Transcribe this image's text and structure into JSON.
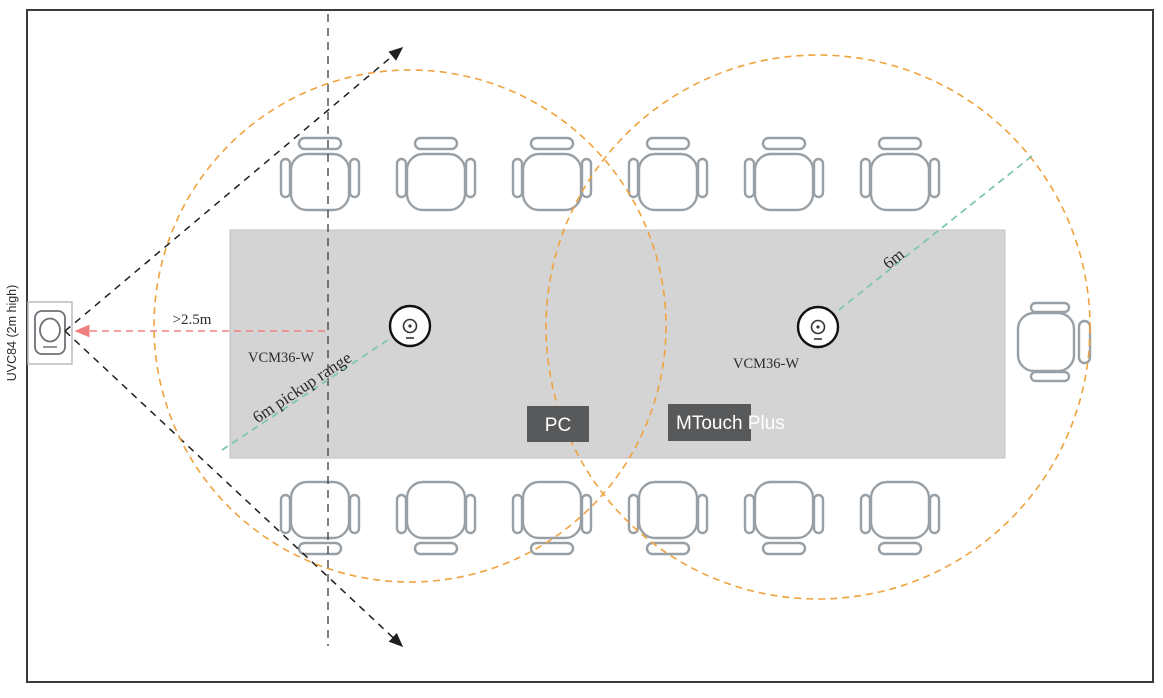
{
  "labels": {
    "camera": "UVC84 (2m high)",
    "distance": ">2.5m",
    "mic_left": "VCM36-W",
    "mic_right": "VCM36-W",
    "pickup_range_left": "6m pickup range",
    "pickup_range_right": "6m",
    "pc": "PC",
    "mtouch": "MTouch Plus"
  },
  "colors": {
    "pickup_circle": "#EFA33F",
    "distance_arrow": "#F08080",
    "pickup_line": "#7FC8A9",
    "table": "#D4D4D4",
    "device_box": "#58595B",
    "device_text": "#FFFFFF",
    "chair_outline": "#98A0A6",
    "fov_line": "#1F1F1F",
    "center_line": "#4A4A4A",
    "border": "#3A3A3A",
    "label_text": "#2B2B2B"
  }
}
